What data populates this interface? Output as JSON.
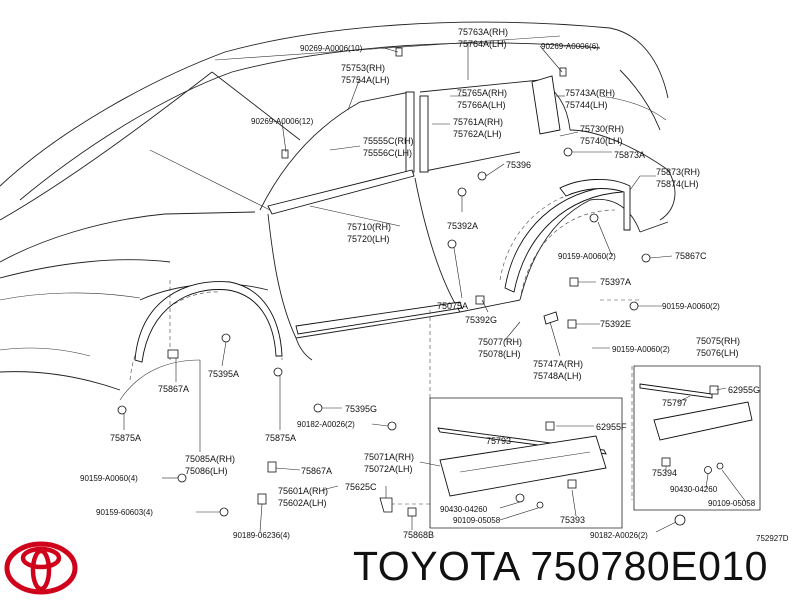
{
  "diagram": {
    "drawing_code": "752927D",
    "labels": {
      "p90269_a0006_10": "90269-A0006(10)",
      "p75763a": "75763A(RH)",
      "p75764a": "75764A(LH)",
      "p90269_a0006_6": "90269-A0006(6)",
      "p75753": "75753(RH)",
      "p75754a": "75754A(LH)",
      "p75765a": "75765A(RH)",
      "p75766a": "75766A(LH)",
      "p75743a": "75743A(RH)",
      "p75744": "75744(LH)",
      "p90269_a0006_12": "90269-A0006(12)",
      "p75761a": "75761A(RH)",
      "p75762a": "75762A(LH)",
      "p75555c": "75555C(RH)",
      "p75556c": "75556C(LH)",
      "p75730": "75730(RH)",
      "p75740": "75740(LH)",
      "p75873a": "75873A",
      "p75396": "75396",
      "p75873": "75873(RH)",
      "p75874": "75874(LH)",
      "p75710": "75710(RH)",
      "p75720": "75720(LH)",
      "p75392a": "75392A",
      "p90159_a0060_2a": "90159-A0060(2)",
      "p75867c": "75867C",
      "p75397a": "75397A",
      "p90159_a0060_2b": "90159-A0060(2)",
      "p75075a": "75075A",
      "p75392g": "75392G",
      "p75392e": "75392E",
      "p75077": "75077(RH)",
      "p75078": "75078(LH)",
      "p90159_a0060_2c": "90159-A0060(2)",
      "p75075": "75075(RH)",
      "p75076": "75076(LH)",
      "p75747a": "75747A(RH)",
      "p75748a": "75748A(LH)",
      "p75867a": "75867A",
      "p75395a": "75395A",
      "p62955g": "62955G",
      "p75797": "75797",
      "p75395g": "75395G",
      "p75875a_l": "75875A",
      "p75875a_r": "75875A",
      "p90182_a0026_2a": "90182-A0026(2)",
      "p75793": "75793",
      "p62955f": "62955F",
      "p75085a": "75085A(RH)",
      "p75086": "75086(LH)",
      "p75071a": "75071A(RH)",
      "p75072a": "75072A(LH)",
      "p75867a_b": "75867A",
      "p90159_a0060_4": "90159-A0060(4)",
      "p75601a": "75601A(RH)",
      "p75602a": "75602A(LH)",
      "p75625c": "75625C",
      "p75394": "75394",
      "p90430_04260_a": "90430-04260",
      "p90109_05058_a": "90109-05058",
      "p90159_60603_4": "90159-60603(4)",
      "p90430_04260_b": "90430-04260",
      "p90109_05058_b": "90109-05058",
      "p75393": "75393",
      "p90189_06236_4": "90189-06236(4)",
      "p75868b": "75868B",
      "p90182_a0026_2b": "90182-A0026(2)"
    }
  },
  "footer": {
    "brand_text": "TOYOTA 750780E010"
  },
  "colors": {
    "logo_red": "#d0021b",
    "ink": "#111111"
  }
}
